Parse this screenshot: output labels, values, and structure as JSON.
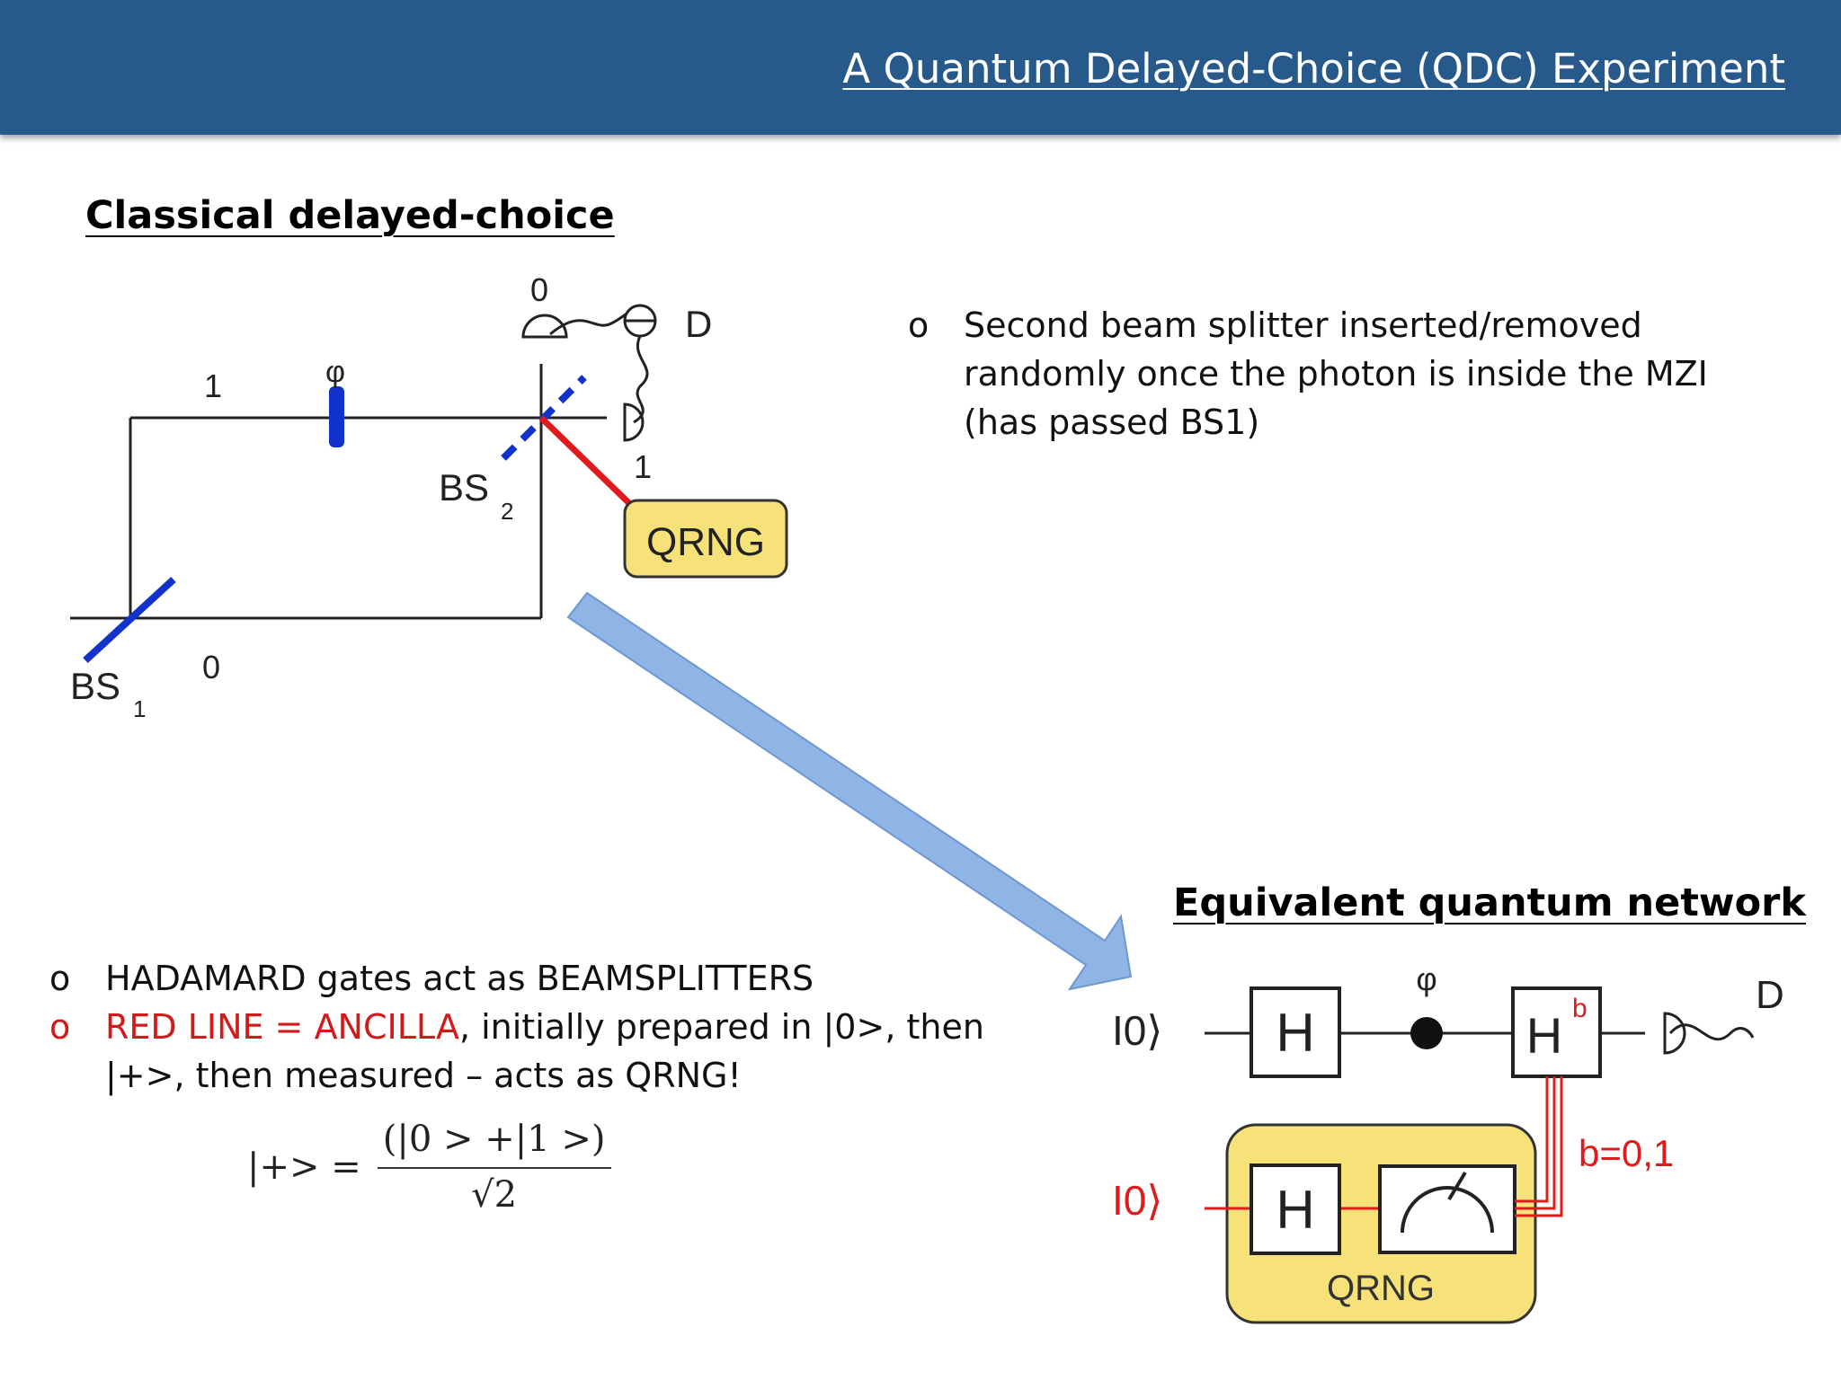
{
  "header": {
    "title": "A Quantum Delayed-Choice (QDC) Experiment"
  },
  "classical": {
    "title": "Classical delayed-choice",
    "labels": {
      "arm1": "1",
      "arm0": "0",
      "phi": "φ",
      "bs1": "BS",
      "bs1_sub": "1",
      "bs2": "BS",
      "bs2_sub": "2",
      "out0": "0",
      "out1": "1",
      "detector": "D",
      "qrng": "QRNG"
    },
    "bullets": [
      {
        "mark": "o",
        "text": "Second beam splitter inserted/removed randomly once the photon is inside the MZI (has passed BS1)"
      }
    ]
  },
  "quantum": {
    "title": "Equivalent quantum network",
    "labels": {
      "ket_top": "I0⟩",
      "ket_bottom": "I0⟩",
      "h1": "H",
      "h2": "H",
      "hb": "H",
      "hb_sup": "b",
      "phi": "φ",
      "detector": "D",
      "b_values": "b=0,1",
      "qrng": "QRNG"
    }
  },
  "notes": {
    "bullets": [
      {
        "mark": "o",
        "text": "HADAMARD gates act as BEAMSPLITTERS",
        "red_part": "",
        "rest": ""
      },
      {
        "mark": "o",
        "text": "",
        "red_part": "RED LINE = ANCILLA",
        "rest": ", initially prepared in |0>, then |+>, then measured – acts as QRNG!"
      }
    ],
    "formula": {
      "lhs": "|+> =",
      "numerator": "(|0 > +|1 >)",
      "denominator": "√2"
    }
  },
  "colors": {
    "header_bg": "#27598b",
    "beamsplitter": "#1133cc",
    "ancilla": "#e01b1b",
    "qrng_fill": "#f7e27a",
    "arrow": "#8fb4e6"
  }
}
